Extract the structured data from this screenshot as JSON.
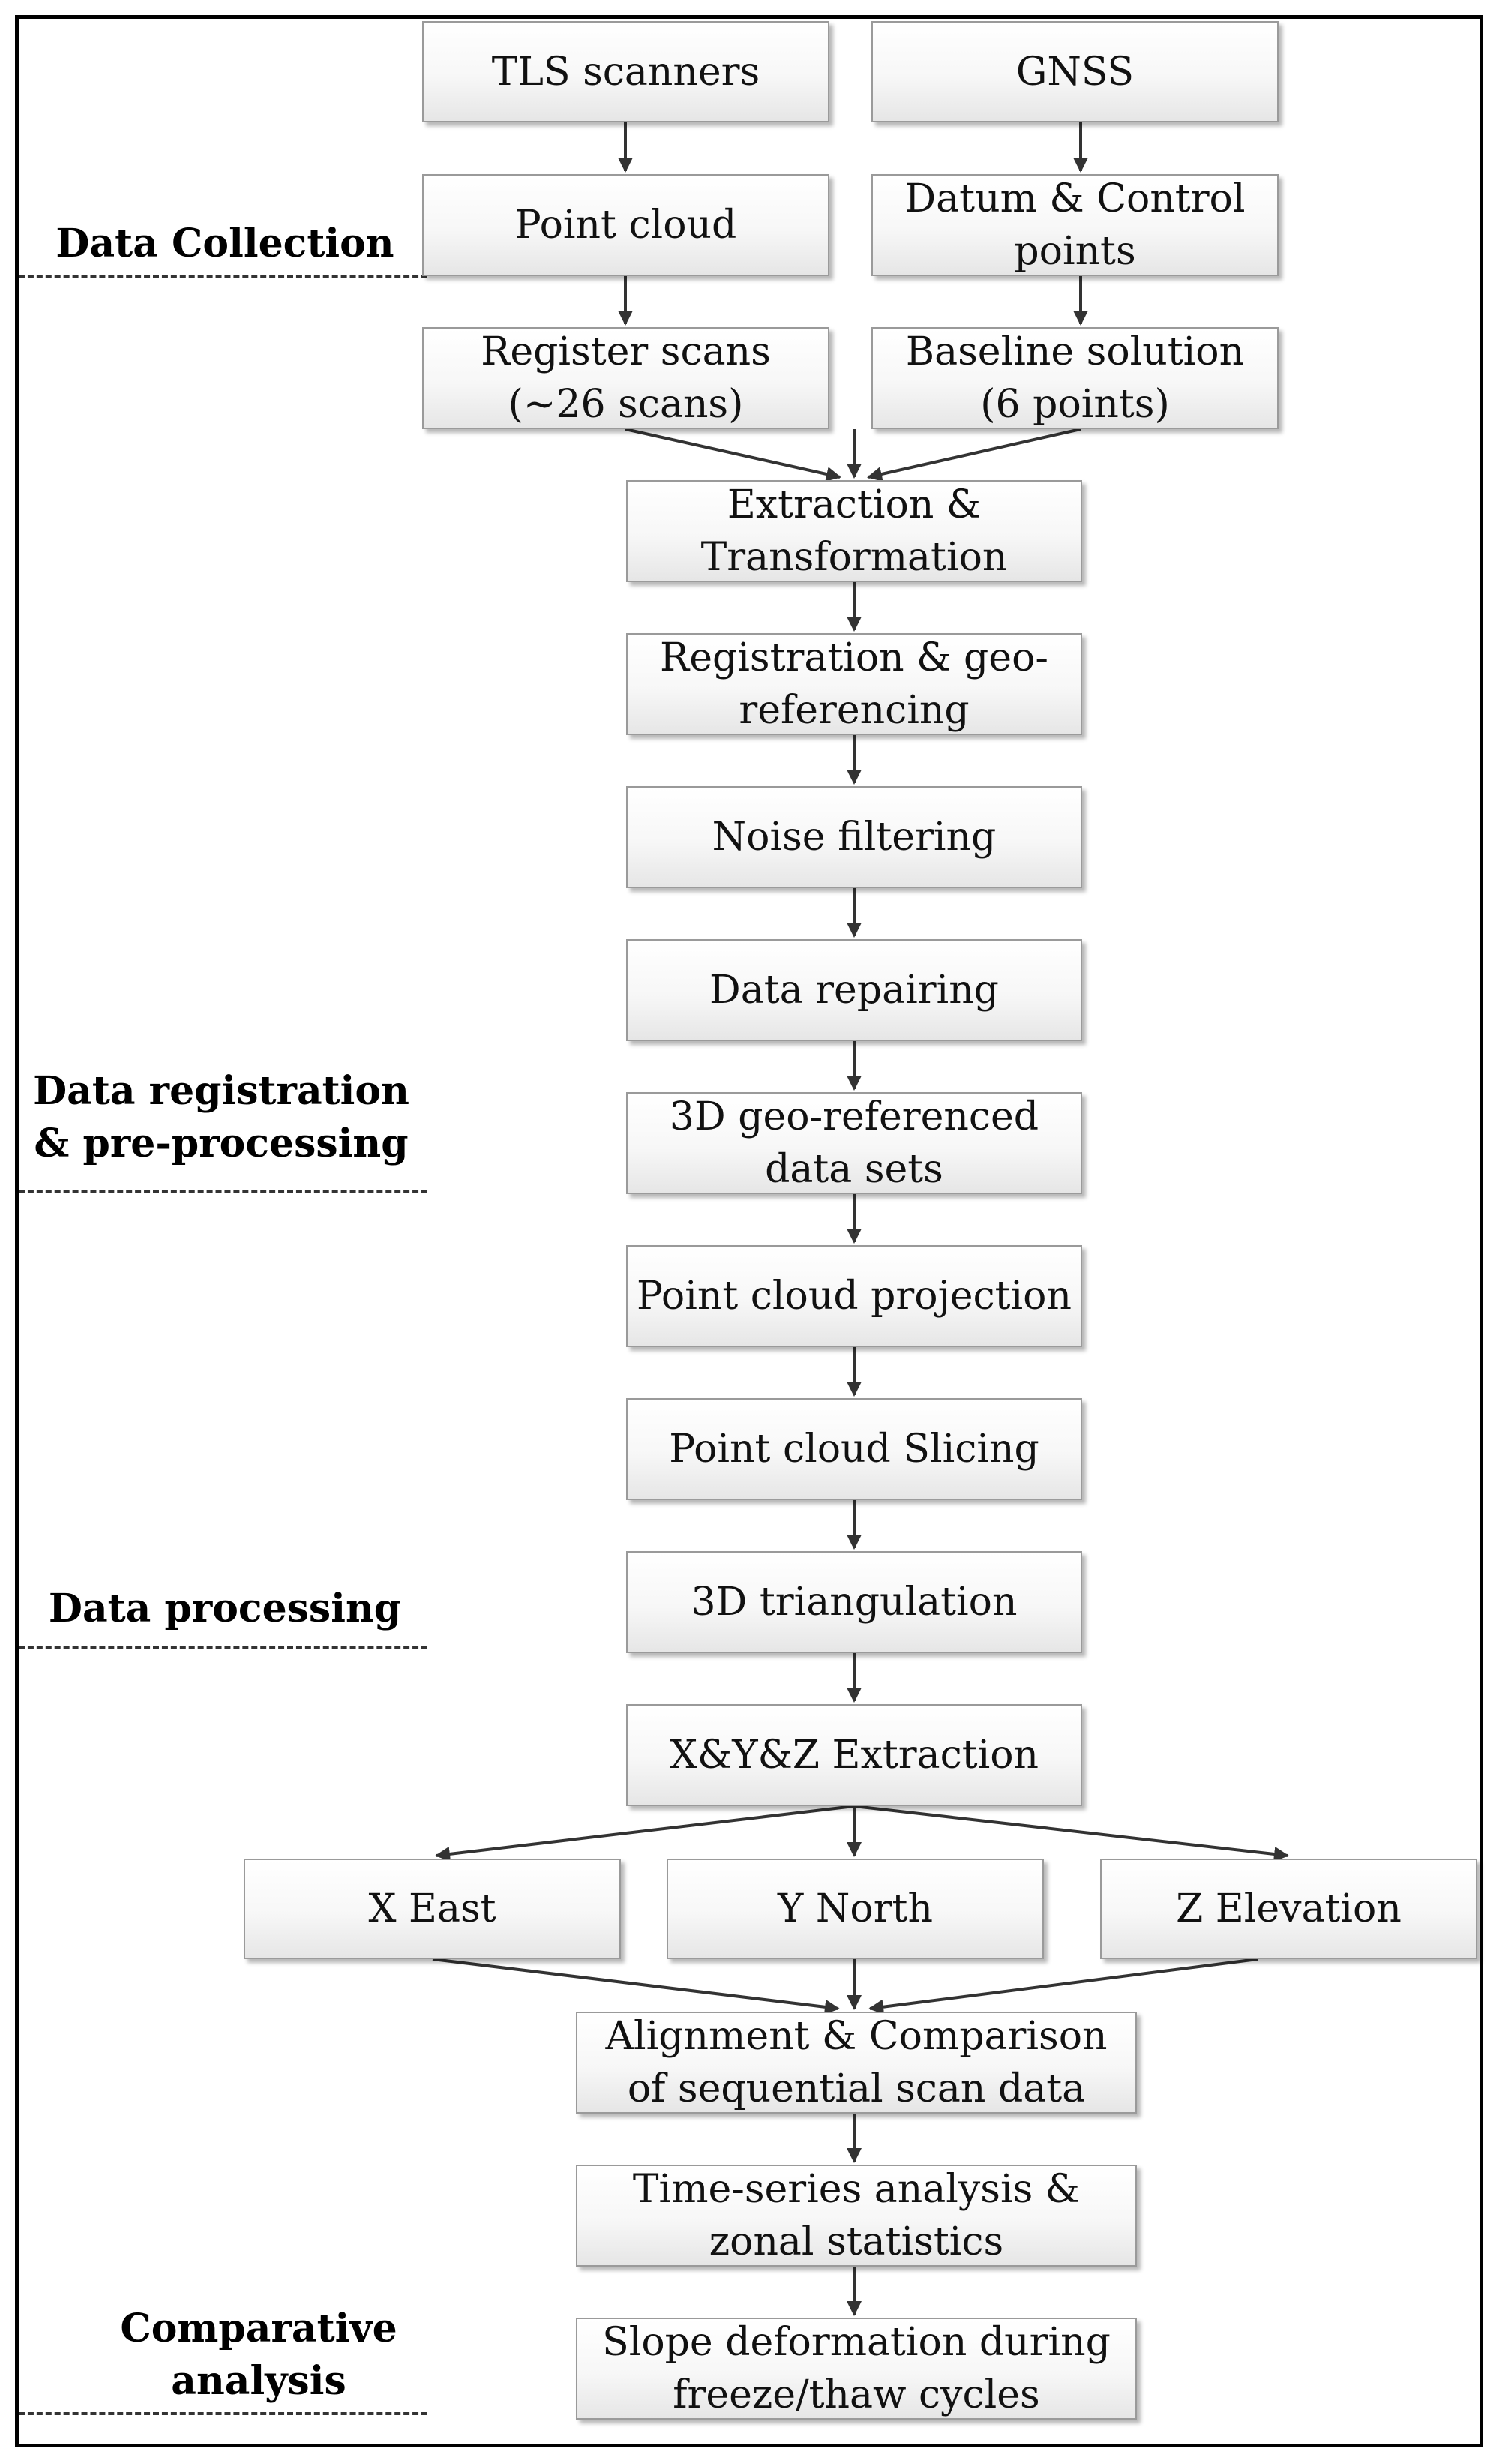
{
  "sections": {
    "collection": "Data Collection",
    "registration": "Data registration\n& pre-processing",
    "processing": "Data processing",
    "comparative": "Comparative\nanalysis"
  },
  "nodes": {
    "tls_scanners": "TLS scanners",
    "gnss": "GNSS",
    "point_cloud": "Point cloud",
    "datum_control": "Datum & Control\npoints",
    "register_scans": "Register scans\n(~26 scans)",
    "baseline_solution": "Baseline  solution\n(6 points)",
    "extraction_transformation": "Extraction &\nTransformation",
    "registration_georef": "Registration & geo-\nreferencing",
    "noise_filtering": "Noise filtering",
    "data_repairing": "Data repairing",
    "geo_referenced_sets": "3D geo-referenced\ndata sets",
    "cloud_projection": "Point cloud projection",
    "cloud_slicing": "Point cloud Slicing",
    "triangulation": "3D triangulation",
    "xyz_extraction": "X&Y&Z Extraction",
    "x_east": "X East",
    "y_north": "Y North",
    "z_elevation": "Z Elevation",
    "alignment_comparison": "Alignment & Comparison\nof sequential scan data",
    "time_series": "Time-series analysis &\nzonal statistics",
    "slope_deformation": "Slope deformation during\nfreeze/thaw cycles"
  },
  "colors": {
    "frame": "#000000",
    "box_border": "#9a9a9a",
    "box_fill_top": "#ffffff",
    "box_fill_bottom": "#e6e6e6",
    "arrow": "#333333"
  }
}
